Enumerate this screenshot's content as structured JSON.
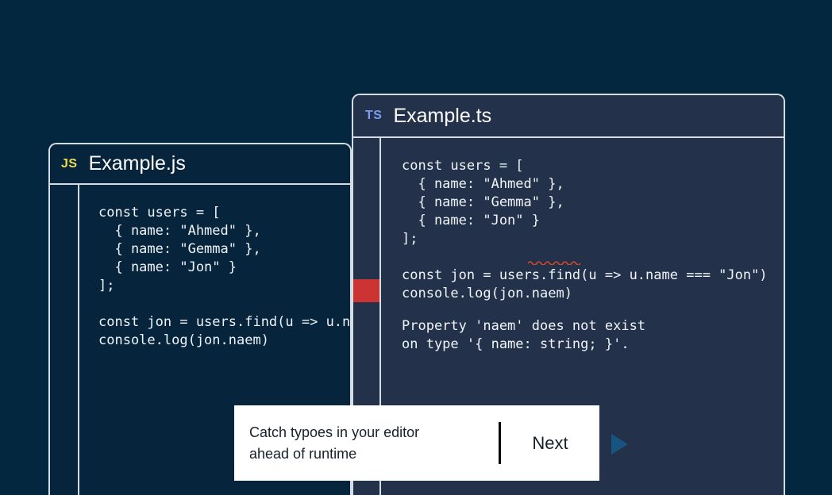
{
  "background_color": "#03273f",
  "cards": {
    "js": {
      "badge": "JS",
      "badge_icon": "javascript-file-icon",
      "badge_color": "#f0db4f",
      "title": "Example.js",
      "code": "const users = [\n  { name: \"Ahmed\" },\n  { name: \"Gemma\" },\n  { name: \"Jon\" }\n];\n\nconst jon = users.find(u => u.name === \"Jon\")\nconsole.log(jon.naem)"
    },
    "ts": {
      "badge": "TS",
      "badge_icon": "typescript-file-icon",
      "badge_color": "#7c9df0",
      "title": "Example.ts",
      "code": "const users = [\n  { name: \"Ahmed\" },\n  { name: \"Gemma\" },\n  { name: \"Jon\" }\n];\n\nconst jon = users.find(u => u.name === \"Jon\")\nconsole.log(jon.naem)",
      "error_message": "Property 'naem' does not exist\non type '{ name: string; }'.",
      "error_color": "#f4616b",
      "error_marker_color": "#cc3333"
    }
  },
  "callout": {
    "message_line1": "Catch typoes in your editor",
    "message_line2": "ahead of runtime",
    "next_label": "Next",
    "play_icon": "play-triangle-icon",
    "play_color": "#15557f"
  }
}
